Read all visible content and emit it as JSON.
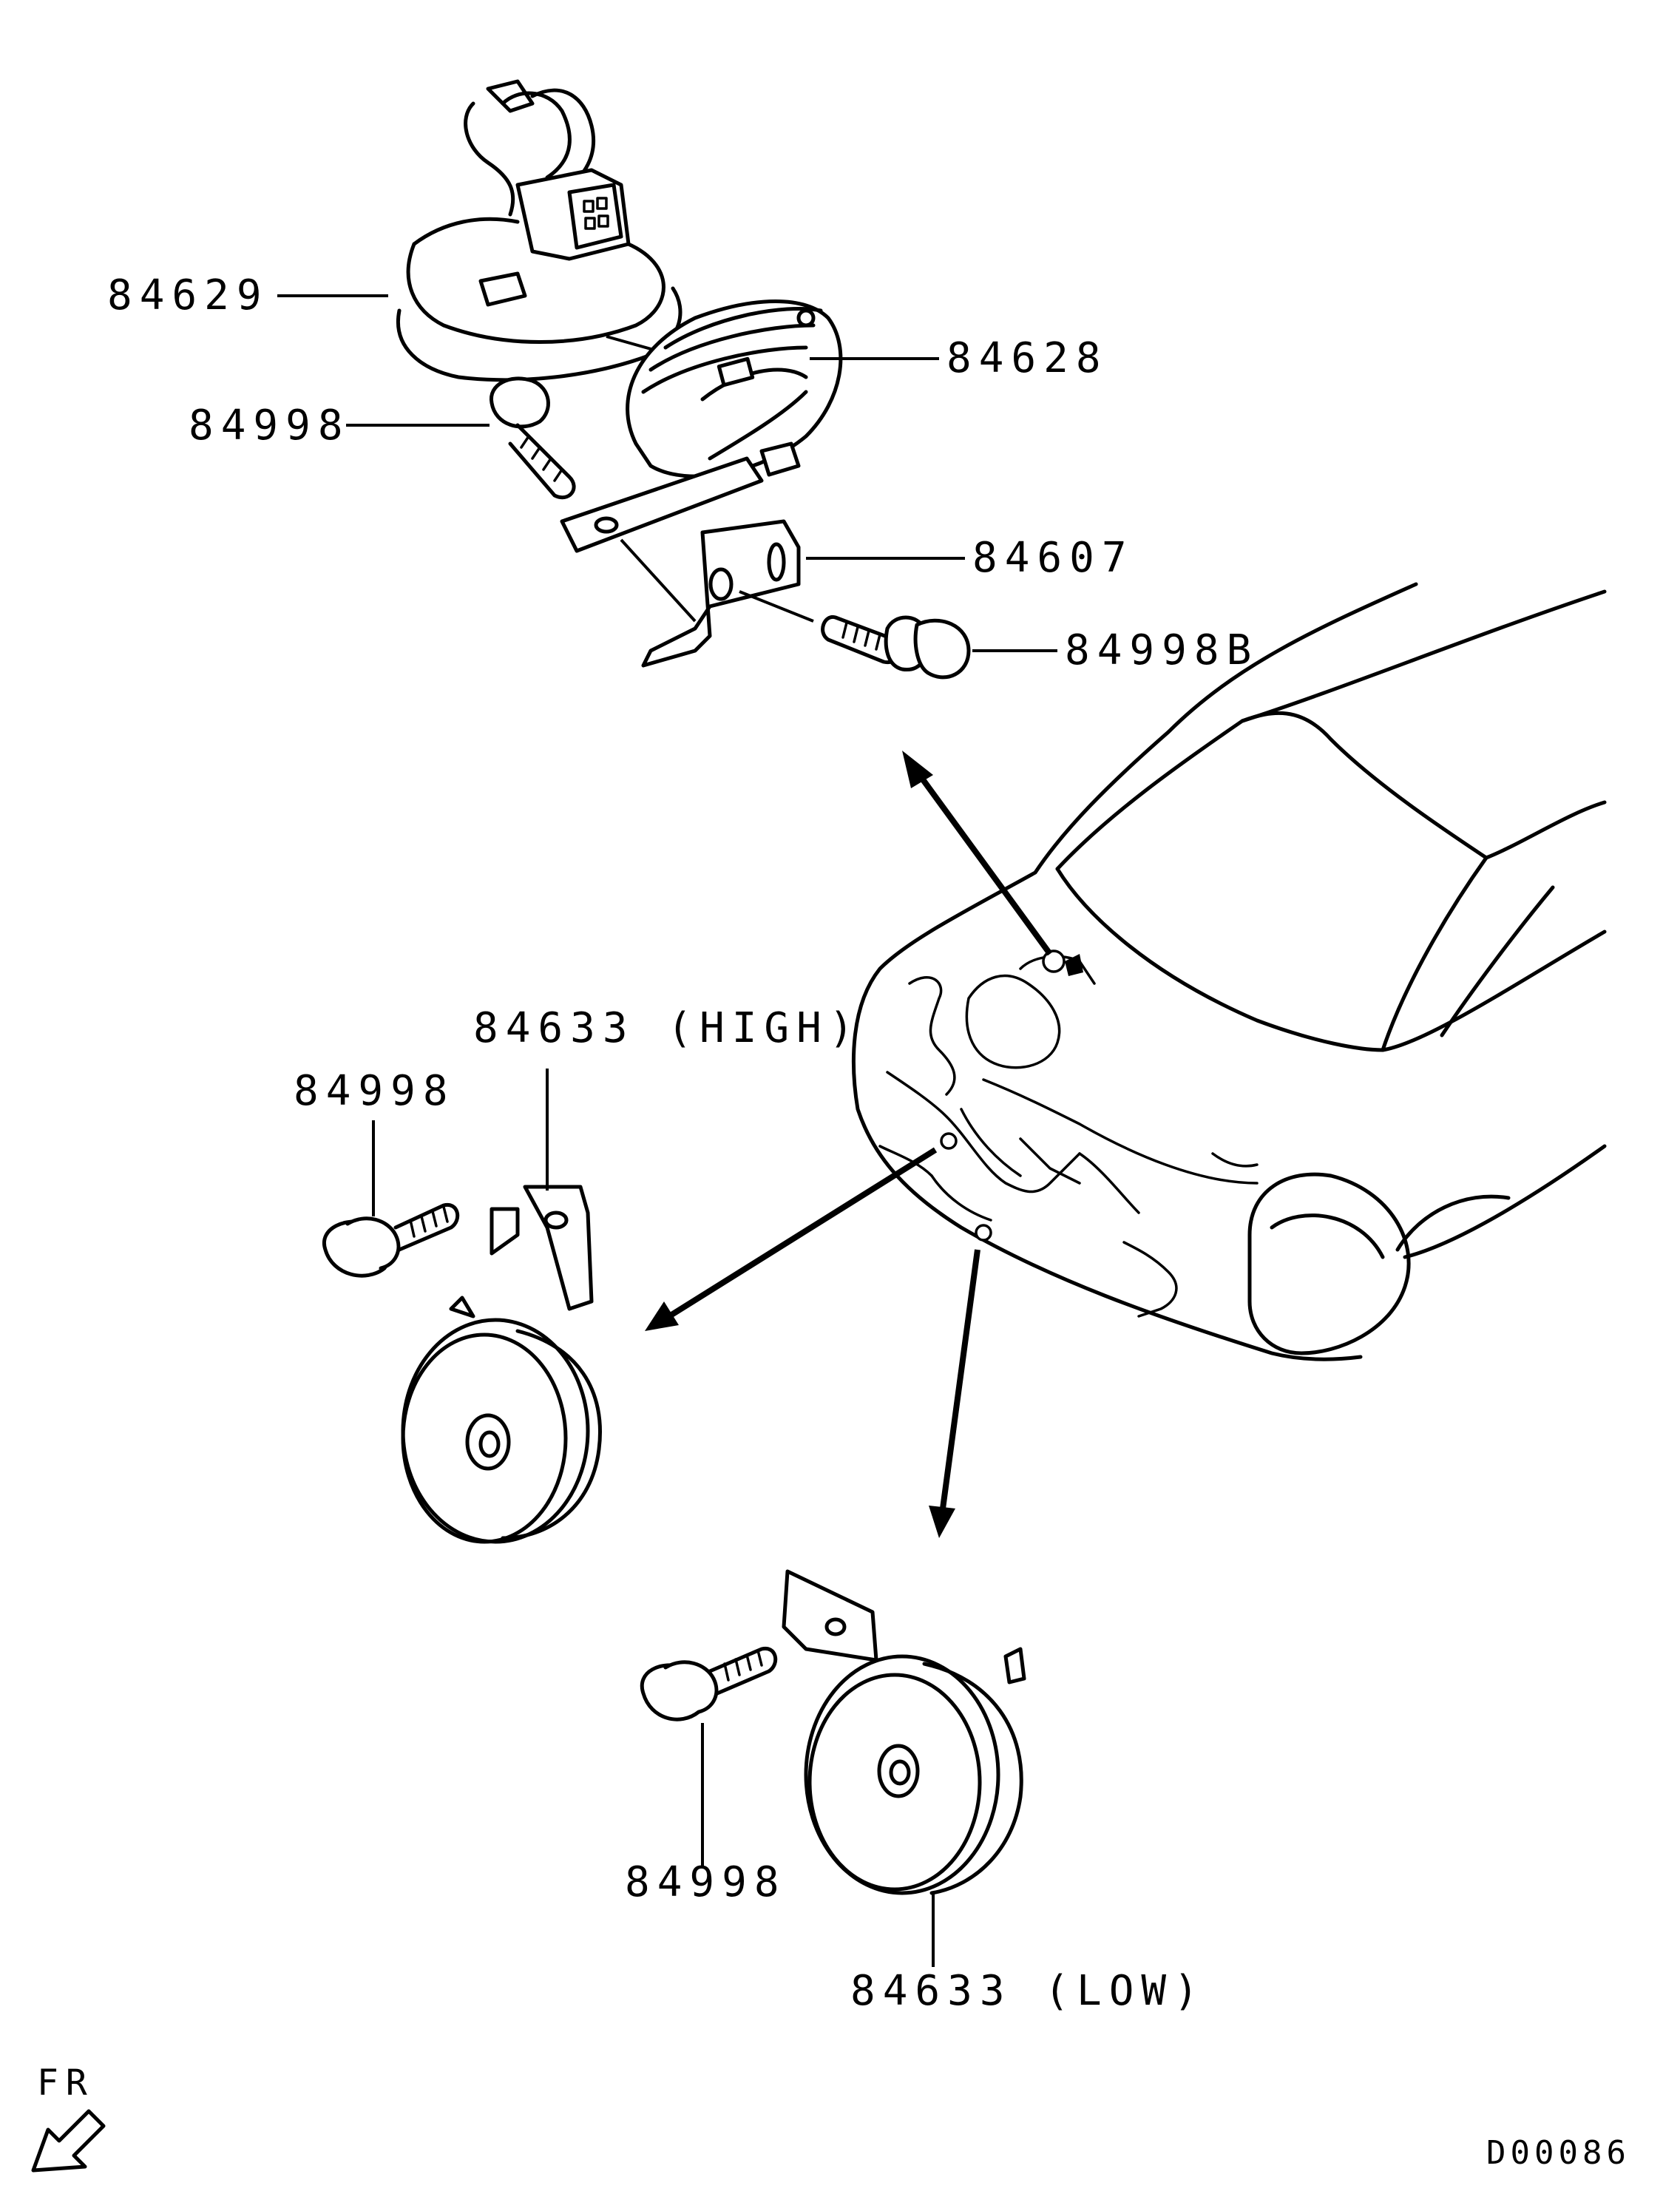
{
  "labels": {
    "p84629": "84629",
    "p84628": "84628",
    "p84998_top": "84998",
    "p84607": "84607",
    "p84998b": "84998B",
    "p84633_high": "84633 (HIGH)",
    "p84998_left": "84998",
    "p84998_bottom": "84998",
    "p84633_low": "84633 (LOW)",
    "front": "FR",
    "diagram_code": "D00086"
  },
  "icons": {
    "front_direction": "arrow-front-left-icon"
  }
}
